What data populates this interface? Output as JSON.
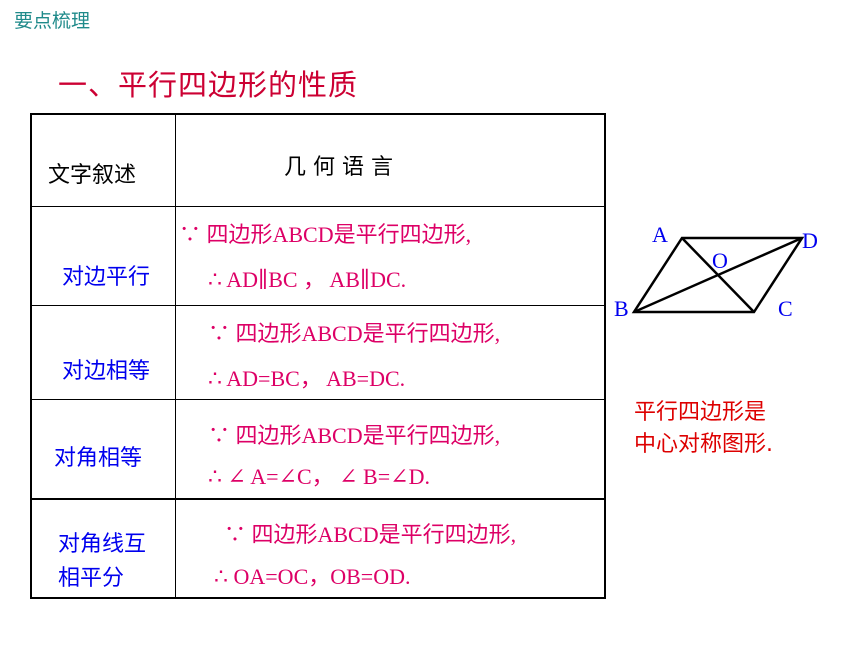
{
  "header": {
    "section": "要点梳理"
  },
  "title": "一、平行四边形的性质",
  "table": {
    "headers": {
      "col1": "文字叙述",
      "col2": "几 何 语 言"
    },
    "rows": [
      {
        "label_lines": [
          "对边平行"
        ],
        "line1": "∵ 四边形ABCD是平行四边形,",
        "line2": "∴ AD∥BC ， AB∥DC."
      },
      {
        "label_lines": [
          "对边相等"
        ],
        "line1": "∵ 四边形ABCD是平行四边形,",
        "line2": "∴ AD=BC， AB=DC."
      },
      {
        "label_lines": [
          "对角相等"
        ],
        "line1": "∵ 四边形ABCD是平行四边形,",
        "line2": "∴ ∠ A=∠C， ∠ B=∠D."
      },
      {
        "label_lines": [
          "对角线互",
          "相平分"
        ],
        "line1": "∵ 四边形ABCD是平行四边形,",
        "line2": "∴ OA=OC，OB=OD."
      }
    ]
  },
  "diagram": {
    "labels": {
      "A": "A",
      "B": "B",
      "C": "C",
      "D": "D",
      "O": "O"
    }
  },
  "note_lines": [
    "平行四边形是",
    "中心对称图形."
  ]
}
